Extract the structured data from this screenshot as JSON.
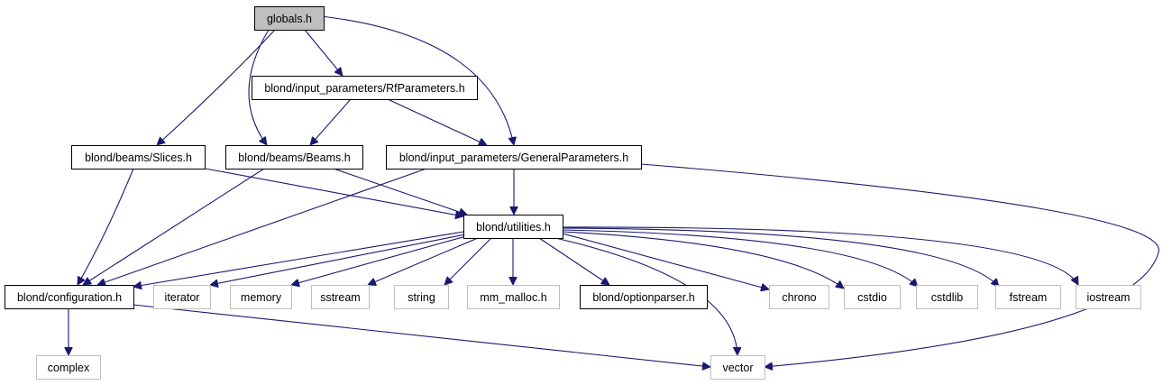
{
  "graph": {
    "colors": {
      "edge": "#191970",
      "root_fill": "#bfbfbf",
      "documented_border": "#000000",
      "external_border": "#bfbfbf",
      "external_text": "#404040"
    },
    "nodes": [
      {
        "id": "globals",
        "label": "globals.h",
        "kind": "root"
      },
      {
        "id": "rfparams",
        "label": "blond/input_parameters/RfParameters.h",
        "kind": "documented"
      },
      {
        "id": "slices",
        "label": "blond/beams/Slices.h",
        "kind": "documented"
      },
      {
        "id": "beams",
        "label": "blond/beams/Beams.h",
        "kind": "documented"
      },
      {
        "id": "genparams",
        "label": "blond/input_parameters/GeneralParameters.h",
        "kind": "documented"
      },
      {
        "id": "utilities",
        "label": "blond/utilities.h",
        "kind": "documented"
      },
      {
        "id": "config",
        "label": "blond/configuration.h",
        "kind": "documented"
      },
      {
        "id": "iterator",
        "label": "iterator",
        "kind": "external"
      },
      {
        "id": "memory",
        "label": "memory",
        "kind": "external"
      },
      {
        "id": "sstream",
        "label": "sstream",
        "kind": "external"
      },
      {
        "id": "string",
        "label": "string",
        "kind": "external"
      },
      {
        "id": "mm_malloc",
        "label": "mm_malloc.h",
        "kind": "external"
      },
      {
        "id": "optparser",
        "label": "blond/optionparser.h",
        "kind": "documented"
      },
      {
        "id": "chrono",
        "label": "chrono",
        "kind": "external"
      },
      {
        "id": "cstdio",
        "label": "cstdio",
        "kind": "external"
      },
      {
        "id": "cstdlib",
        "label": "cstdlib",
        "kind": "external"
      },
      {
        "id": "fstream",
        "label": "fstream",
        "kind": "external"
      },
      {
        "id": "iostream",
        "label": "iostream",
        "kind": "external"
      },
      {
        "id": "complex",
        "label": "complex",
        "kind": "external"
      },
      {
        "id": "vector",
        "label": "vector",
        "kind": "external"
      }
    ],
    "edges": [
      {
        "from": "globals",
        "to": "rfparams"
      },
      {
        "from": "globals",
        "to": "slices"
      },
      {
        "from": "globals",
        "to": "beams"
      },
      {
        "from": "globals",
        "to": "genparams"
      },
      {
        "from": "rfparams",
        "to": "beams"
      },
      {
        "from": "rfparams",
        "to": "genparams"
      },
      {
        "from": "slices",
        "to": "config"
      },
      {
        "from": "slices",
        "to": "utilities"
      },
      {
        "from": "beams",
        "to": "config"
      },
      {
        "from": "beams",
        "to": "utilities"
      },
      {
        "from": "genparams",
        "to": "utilities"
      },
      {
        "from": "genparams",
        "to": "config"
      },
      {
        "from": "genparams",
        "to": "vector"
      },
      {
        "from": "utilities",
        "to": "config"
      },
      {
        "from": "utilities",
        "to": "iterator"
      },
      {
        "from": "utilities",
        "to": "memory"
      },
      {
        "from": "utilities",
        "to": "sstream"
      },
      {
        "from": "utilities",
        "to": "string"
      },
      {
        "from": "utilities",
        "to": "mm_malloc"
      },
      {
        "from": "utilities",
        "to": "optparser"
      },
      {
        "from": "utilities",
        "to": "vector"
      },
      {
        "from": "utilities",
        "to": "chrono"
      },
      {
        "from": "utilities",
        "to": "cstdio"
      },
      {
        "from": "utilities",
        "to": "cstdlib"
      },
      {
        "from": "utilities",
        "to": "fstream"
      },
      {
        "from": "utilities",
        "to": "iostream"
      },
      {
        "from": "config",
        "to": "complex"
      },
      {
        "from": "config",
        "to": "vector"
      }
    ]
  }
}
